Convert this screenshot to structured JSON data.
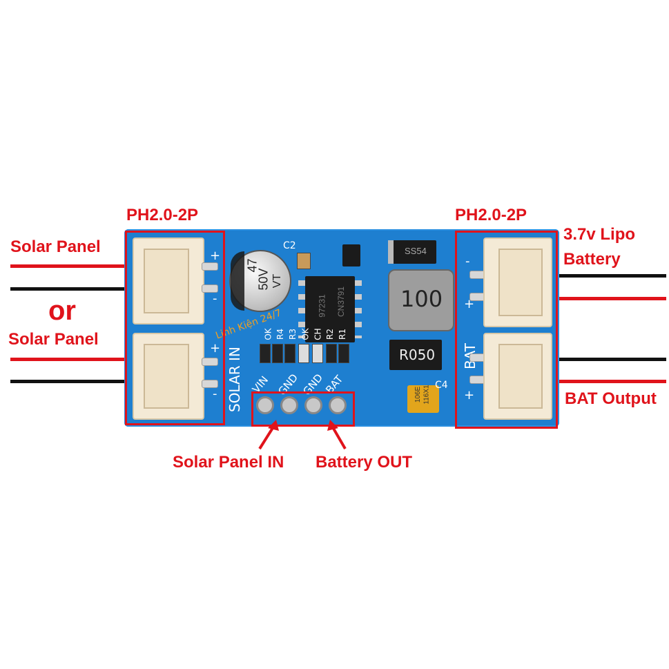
{
  "labels": {
    "ph_left": "PH2.0-2P",
    "ph_right": "PH2.0-2P",
    "solar_panel_1": "Solar Panel",
    "or": "or",
    "solar_panel_2": "Solar Panel",
    "lipo_line1": "3.7v Lipo",
    "lipo_line2": "Battery",
    "bat_output": "BAT Output",
    "solar_panel_in": "Solar Panel IN",
    "battery_out": "Battery OUT"
  },
  "board": {
    "solar_in": "SOLAR IN",
    "bat": "BAT",
    "pins": [
      "VIN",
      "GND",
      "GND",
      "BAT"
    ],
    "cap_value": "47",
    "cap_voltage": "50V",
    "cap_series": "VT",
    "cap_label": "C2",
    "ic_top": "CN3791",
    "ic_bottom": "97231",
    "inductor": "100",
    "diode": "SS54",
    "shunt": "R050",
    "tant_cap_label": "C4",
    "tant_cap_line1": "106E",
    "tant_cap_line2": "116X1",
    "watermark": "Linh Kiện 24/7",
    "silk_row": [
      "OK",
      "R4",
      "R3",
      "OK",
      "CH",
      "R2",
      "R1"
    ],
    "plus": "+",
    "minus": "-"
  },
  "colors": {
    "annotation_red": "#e0131b",
    "pcb_blue": "#1e7fd0",
    "connector_beige": "#f4ead6"
  }
}
